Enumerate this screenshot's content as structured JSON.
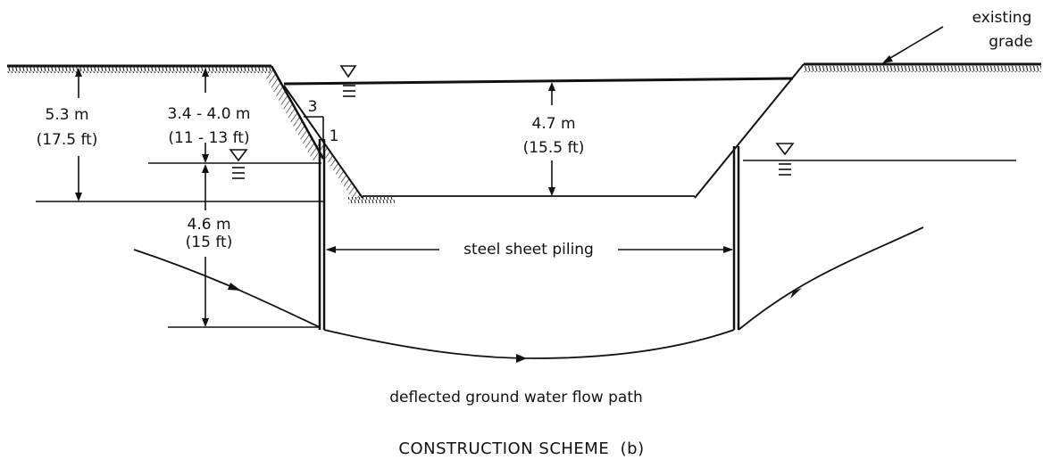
{
  "labels": {
    "existing_grade_1": "existing",
    "existing_grade_2": "grade",
    "depth_total_m": "5.3 m",
    "depth_total_ft": "(17.5 ft)",
    "depth_water_m": "3.4 - 4.0 m",
    "depth_water_ft": "(11 - 13 ft)",
    "slope_h": "3",
    "slope_v": "1",
    "excavation_m": "4.7 m",
    "excavation_ft": "(15.5 ft)",
    "pile_depth_m": "4.6 m",
    "pile_depth_ft": "(15 ft)",
    "piling": "steel sheet piling"
  },
  "caption": "deflected ground water flow path",
  "title": "CONSTRUCTION SCHEME  (b)"
}
